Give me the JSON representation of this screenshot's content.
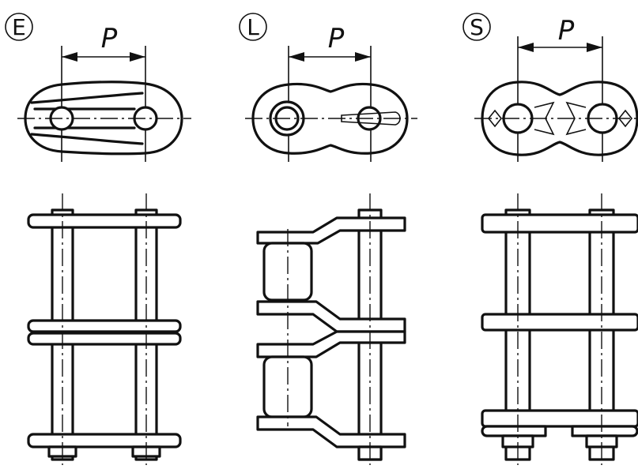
{
  "variants": [
    {
      "id": "E",
      "letter": "E",
      "pitch_label": "P"
    },
    {
      "id": "L",
      "letter": "L",
      "pitch_label": "P"
    },
    {
      "id": "S",
      "letter": "S",
      "pitch_label": "P"
    }
  ],
  "colors": {
    "ink": "#111111",
    "background": "#ffffff"
  }
}
